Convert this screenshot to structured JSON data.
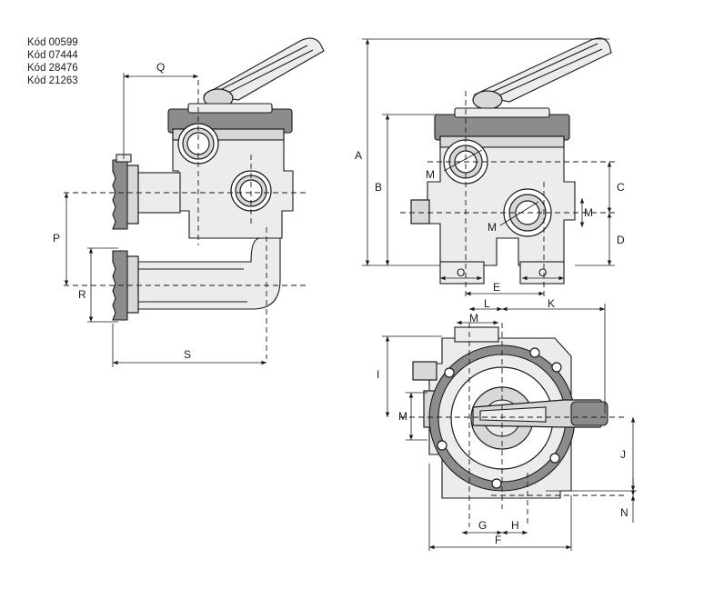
{
  "codes": [
    "Kód 00599",
    "Kód 07444",
    "Kód 28476",
    "Kód 21263"
  ],
  "labels": {
    "Q": "Q",
    "P": "P",
    "R": "R",
    "S": "S",
    "A": "A",
    "B": "B",
    "C": "C",
    "D": "D",
    "E": "E",
    "O1": "O",
    "O2": "O",
    "M1": "M",
    "M2": "M",
    "M3": "M",
    "L": "L",
    "K": "K",
    "M4": "M",
    "I": "I",
    "M5": "M",
    "J": "J",
    "N": "N",
    "G": "G",
    "H": "H",
    "F": "F"
  }
}
